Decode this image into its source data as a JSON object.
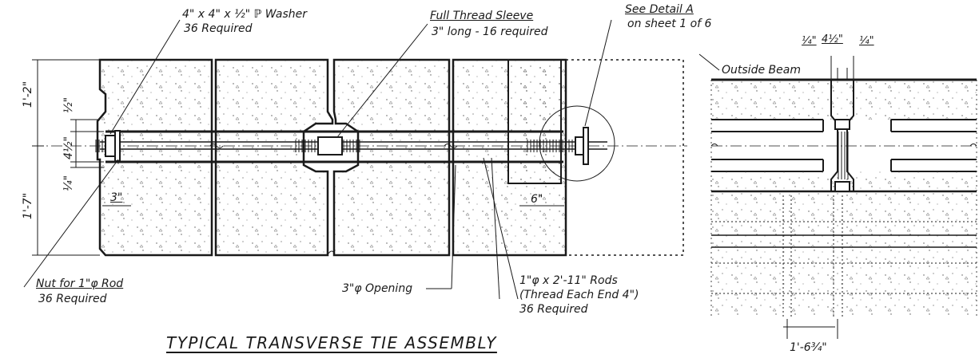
{
  "title": "TYPICAL TRANSVERSE TIE ASSEMBLY",
  "callouts": {
    "washer": {
      "line1": "4\" x 4\" x ½\" ℙ Washer",
      "line2": "36 Required"
    },
    "sleeve": {
      "line1": "Full Thread Sleeve",
      "line2": "3\" long - 16 required"
    },
    "detail": {
      "line1": "See Detail A",
      "line2": "on sheet 1 of 6"
    },
    "nut": {
      "line1": "Nut for 1\"φ Rod",
      "line2": "36 Required"
    },
    "opening": "3\"φ Opening",
    "rods": {
      "line1": "1\"φ x 2'-11\" Rods",
      "line2": "(Thread Each End 4\")",
      "line3": "36 Required"
    },
    "outside_beam": "Outside Beam"
  },
  "dimensions": {
    "depth_top": "1'-2\"",
    "depth_bottom": "1'-7\"",
    "half_in": "½\"",
    "four_half": "4½\"",
    "quarter": "¼\"",
    "three_in": "3\"",
    "six_in": "6\"",
    "detail_quarter_left": "¼\"",
    "detail_four_half": "4½\"",
    "detail_quarter_right": "¼\"",
    "detail_spacing": "1'-6¾\""
  },
  "colors": {
    "ink": "#1a1a1a",
    "background": "#ffffff"
  }
}
